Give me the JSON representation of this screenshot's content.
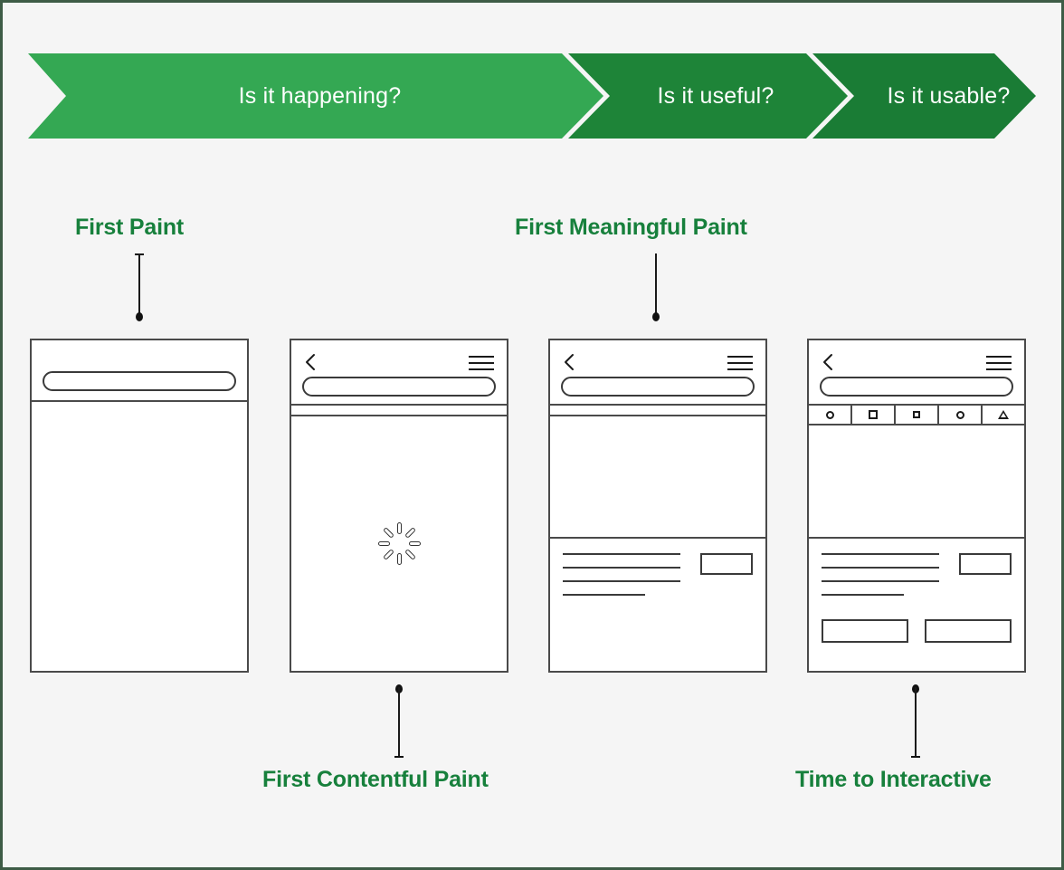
{
  "banner": {
    "phases": [
      {
        "label": "Is it happening?",
        "color": "#34a853"
      },
      {
        "label": "Is it useful?",
        "color": "#1e8438"
      },
      {
        "label": "Is it usable?",
        "color": "#1a7c35"
      }
    ]
  },
  "metrics": [
    {
      "id": "first-paint",
      "label": "First Paint",
      "color": "#17803c",
      "position": "above",
      "phone": 1
    },
    {
      "id": "first-contentful-paint",
      "label": "First Contentful Paint",
      "color": "#17803c",
      "position": "below",
      "phone": 2
    },
    {
      "id": "first-meaningful-paint",
      "label": "First Meaningful Paint",
      "color": "#17803c",
      "position": "above",
      "phone": 3
    },
    {
      "id": "time-to-interactive",
      "label": "Time to Interactive",
      "color": "#17803c",
      "position": "below",
      "phone": 4
    }
  ],
  "phones": [
    {
      "id": "phone-first-paint",
      "header": {
        "has_back": false,
        "has_menu": false,
        "has_search": true
      },
      "has_strip": false,
      "body": "empty"
    },
    {
      "id": "phone-first-contentful-paint",
      "header": {
        "has_back": true,
        "has_menu": true,
        "has_search": true
      },
      "has_strip": true,
      "body": "spinner",
      "spinner": {
        "spokes": 8
      }
    },
    {
      "id": "phone-first-meaningful-paint",
      "header": {
        "has_back": true,
        "has_menu": true,
        "has_search": true
      },
      "has_strip": true,
      "body": "content",
      "content": {
        "text_lines": 4,
        "has_image_box": true,
        "has_buttons": false
      }
    },
    {
      "id": "phone-time-to-interactive",
      "header": {
        "has_back": true,
        "has_menu": true,
        "has_search": true
      },
      "has_strip": false,
      "body": "content",
      "tabbar": {
        "tabs": [
          "circle-icon",
          "square-icon",
          "small-square-icon",
          "circle-icon",
          "triangle-icon"
        ]
      },
      "content": {
        "text_lines": 4,
        "has_image_box": true,
        "has_buttons": true,
        "buttons": 2
      }
    }
  ],
  "colors": {
    "background": "#f5f5f5",
    "border": "#3e5c46",
    "green_light": "#34a853",
    "green_dark": "#1e8438",
    "label_green": "#17803c",
    "outline": "#4a4a4a"
  }
}
